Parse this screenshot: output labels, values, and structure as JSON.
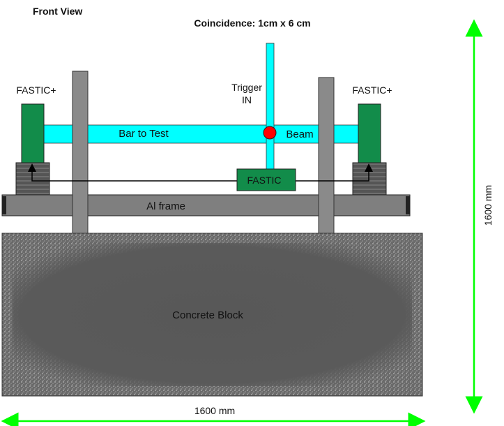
{
  "header": {
    "view_title": "Front View",
    "coincidence": "Coincidence: 1cm x 6 cm"
  },
  "labels": {
    "trigger_line1": "Trigger",
    "trigger_line2": "IN",
    "fastic_plus_left": "FASTIC+",
    "fastic_plus_right": "FASTIC+",
    "bar_to_test": "Bar to Test",
    "beam": "Beam",
    "fastic": "FASTIC",
    "al_frame": "Al frame",
    "concrete_block": "Concrete Block"
  },
  "dimensions": {
    "width_label": "1600 mm",
    "height_label": "1600 mm"
  },
  "colors": {
    "bar_cyan": "#00FFFF",
    "fastic_green": "#128C4A",
    "post_gray": "#8A8A8A",
    "frame_gray": "#7F7F7F",
    "concrete_dark": "#555555",
    "beam_dot_red": "#FF0000",
    "dimension_green": "#00FF00"
  }
}
